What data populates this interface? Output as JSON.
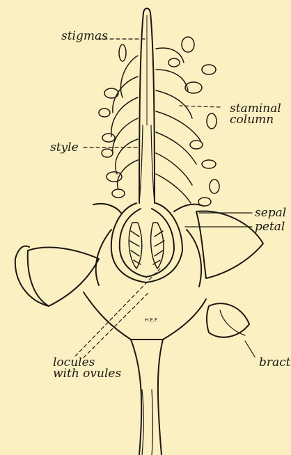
{
  "figure": {
    "background": "#fbf0c2",
    "ink": "#1c1912",
    "labels": {
      "stigmas": "stigmas",
      "staminal_column": [
        "staminal",
        "column"
      ],
      "style": "style",
      "sepal": "sepal",
      "petal": "petal",
      "locules_with_ovules": [
        "locules",
        "with ovules"
      ],
      "bract": "bract"
    },
    "signature": "H.E.F."
  }
}
